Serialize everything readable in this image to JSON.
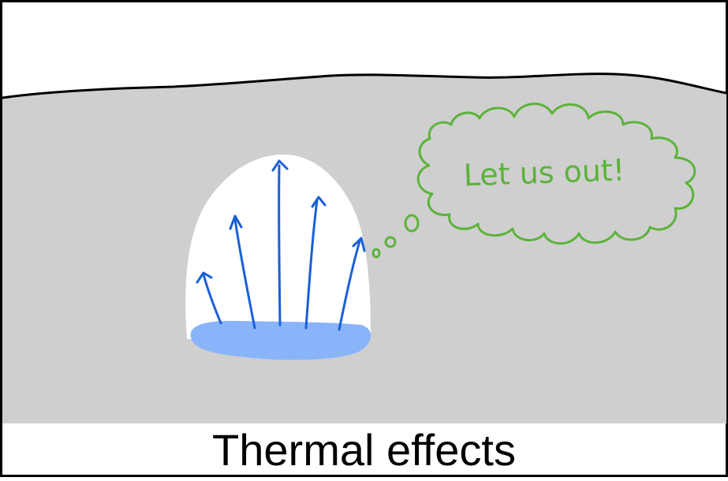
{
  "caption": "Thermal effects",
  "thought_bubble": {
    "text": "Let us out!"
  },
  "colors": {
    "ground": "#cfcfcf",
    "sky": "#ffffff",
    "cavity": "#ffffff",
    "pool": "#8ab4fa",
    "arrows": "#1a5fd6",
    "bubble": "#5cb33a",
    "outline": "#000000"
  },
  "icons": {
    "arrows": "upward-arrow"
  }
}
